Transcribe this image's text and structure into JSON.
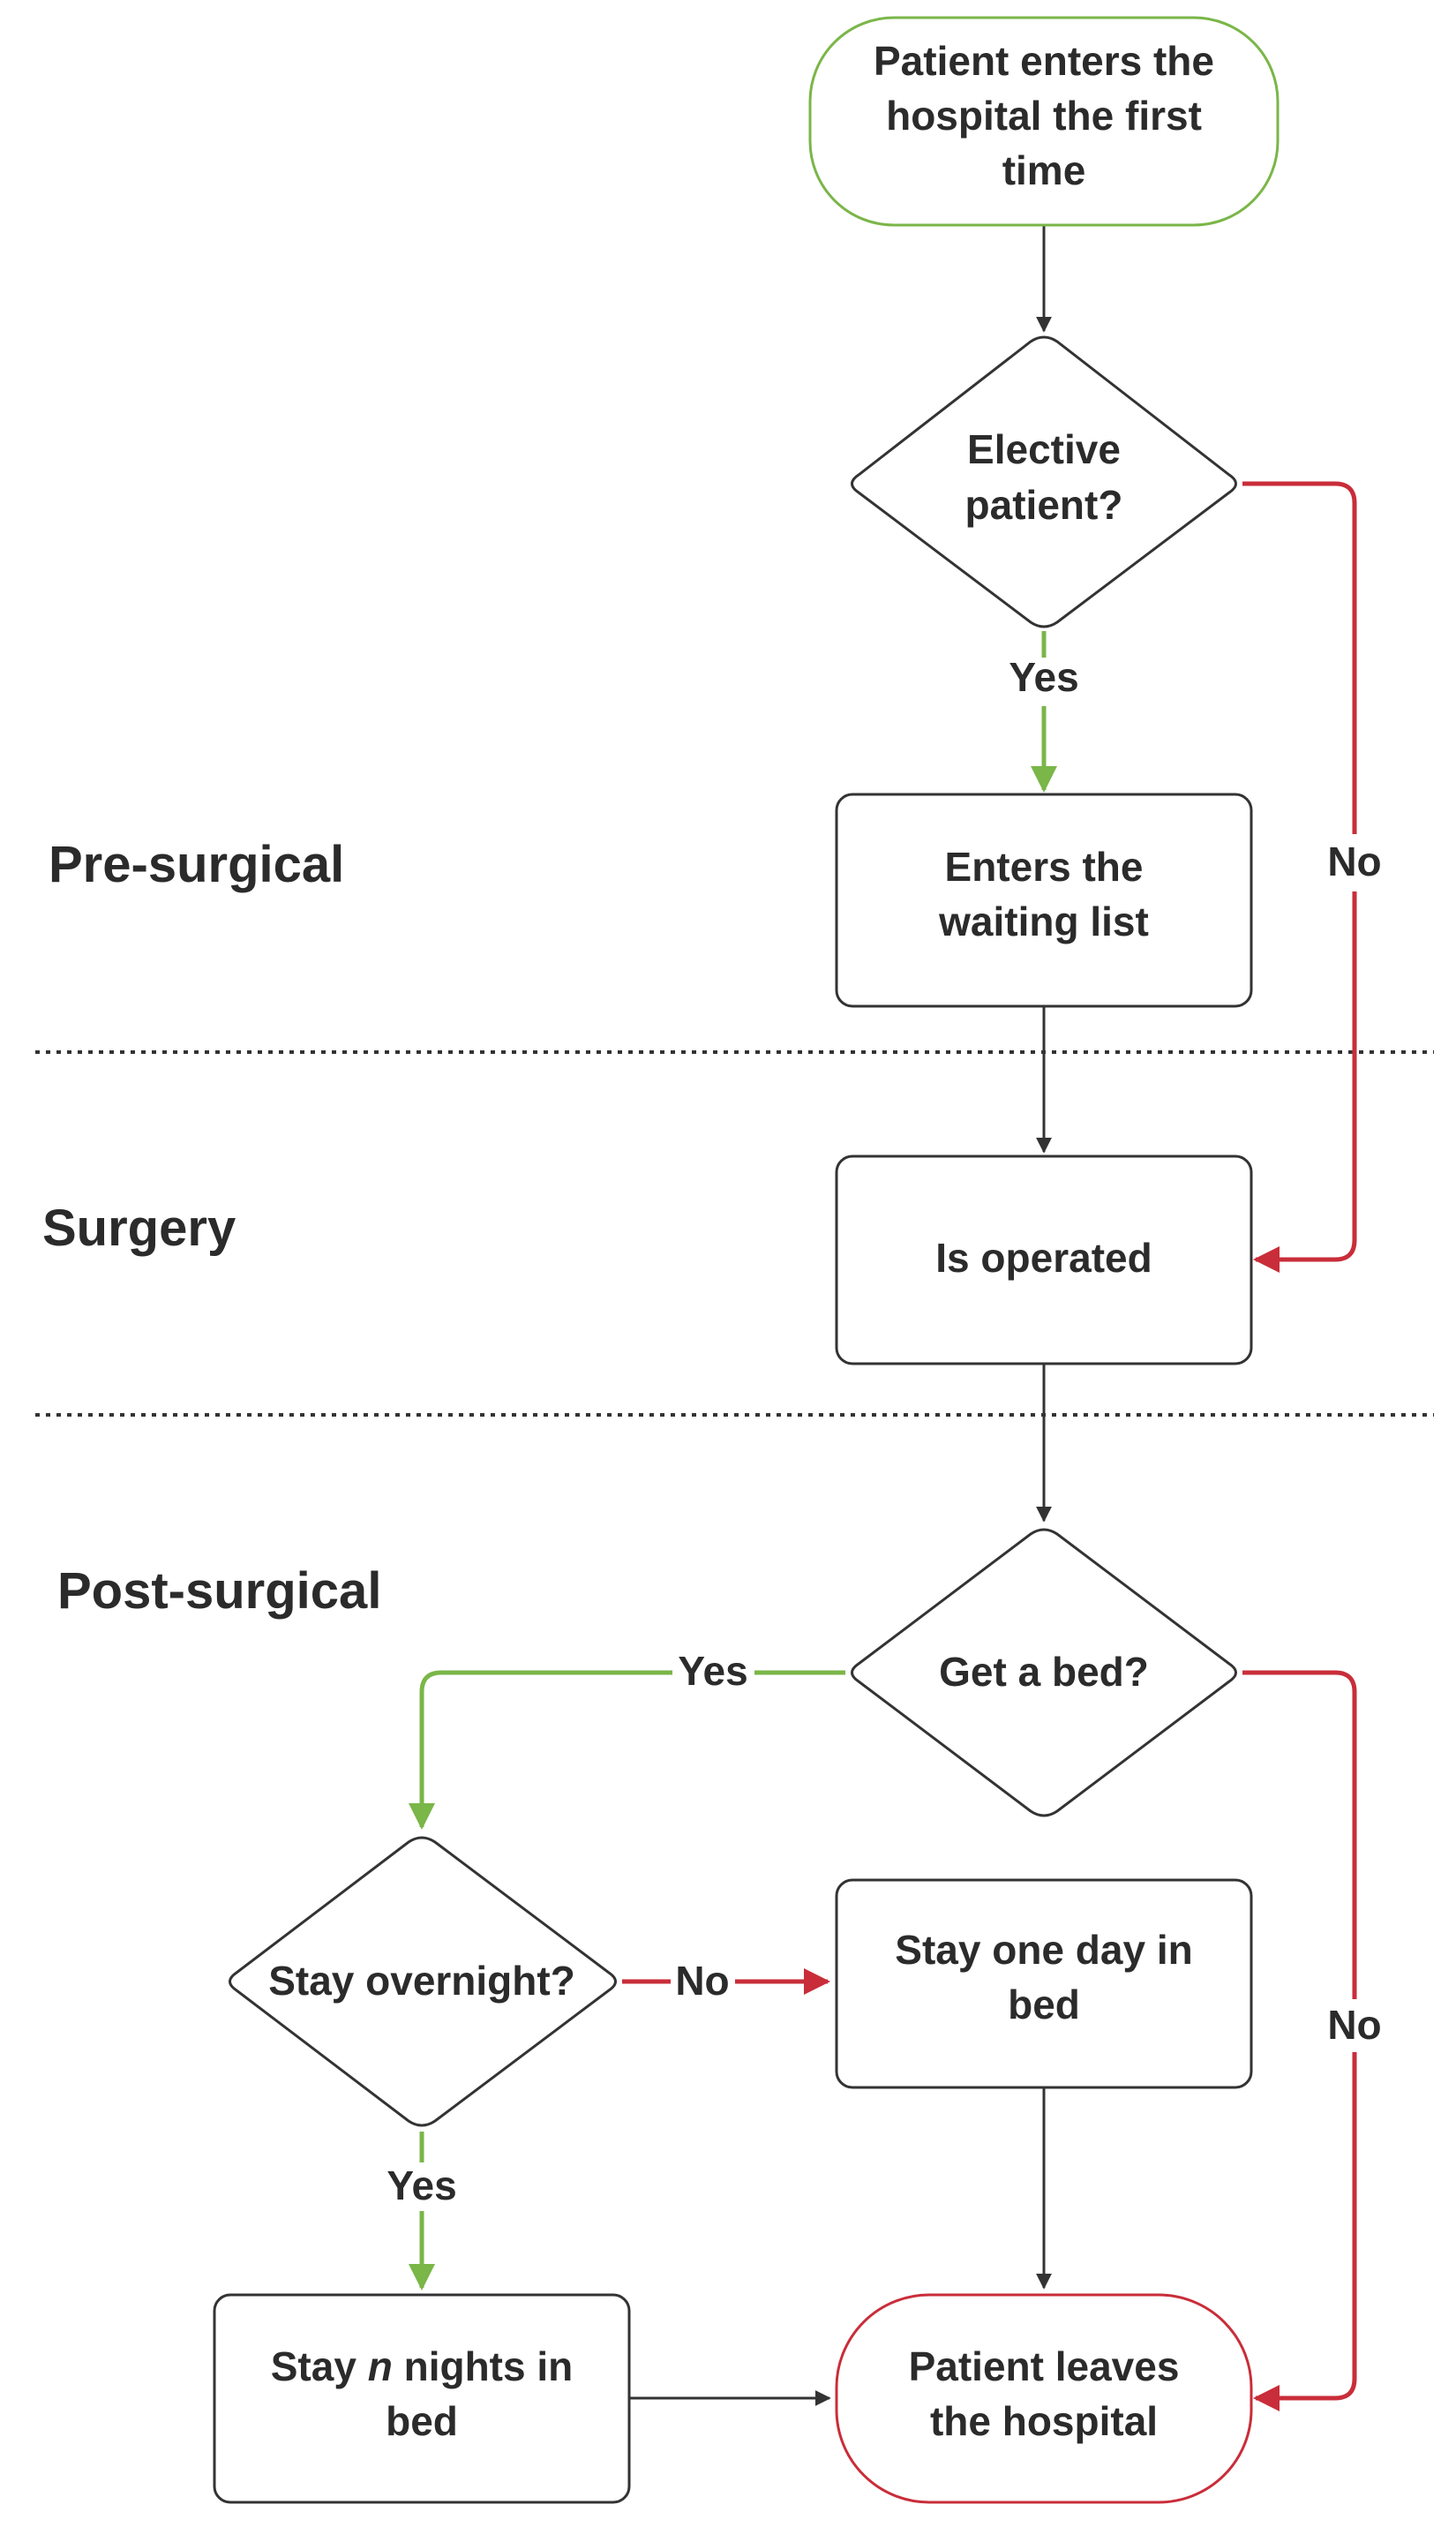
{
  "colors": {
    "dark": "#333333",
    "green": "#7ab648",
    "red": "#c92d39",
    "text": "#2b2b2b"
  },
  "sections": {
    "pre_surgical": "Pre-surgical",
    "surgery": "Surgery",
    "post_surgical": "Post-surgical"
  },
  "nodes": {
    "start": {
      "line1": "Patient enters the",
      "line2": "hospital the first",
      "line3": "time"
    },
    "elective": {
      "line1": "Elective",
      "line2": "patient?"
    },
    "waiting_list": {
      "line1": "Enters the",
      "line2": "waiting list"
    },
    "operated": {
      "line1": "Is operated"
    },
    "get_bed": {
      "line1": "Get a bed?"
    },
    "stay_overnight": {
      "line1": "Stay overnight?"
    },
    "one_day": {
      "line1": "Stay one day in",
      "line2": "bed"
    },
    "n_nights": {
      "line1_pre": "Stay ",
      "line1_var": "n",
      "line1_post": " nights in",
      "line2": "bed"
    },
    "leaves": {
      "line1": "Patient leaves",
      "line2": "the hospital"
    }
  },
  "edge_labels": {
    "elective_yes": "Yes",
    "elective_no": "No",
    "bed_yes": "Yes",
    "bed_no": "No",
    "overnight_no": "No",
    "overnight_yes": "Yes"
  }
}
